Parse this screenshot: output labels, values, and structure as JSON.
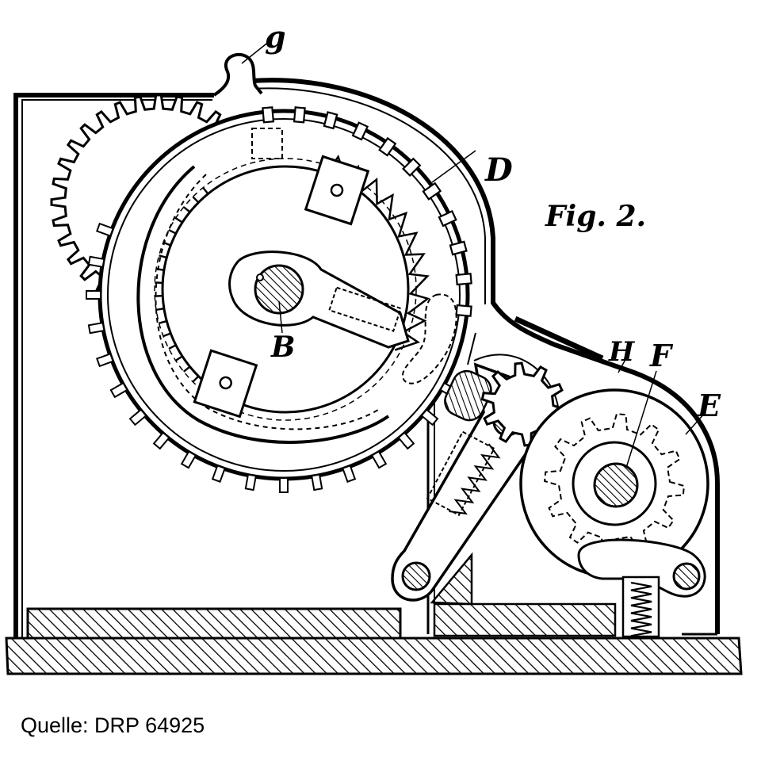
{
  "figure": {
    "title": "Fig. 2.",
    "labels": {
      "g": "g",
      "D": "D",
      "B": "B",
      "H": "H",
      "F": "F",
      "E": "E"
    }
  },
  "caption": "Quelle: DRP 64925",
  "colors": {
    "ink": "#000000",
    "paper": "#ffffff"
  }
}
